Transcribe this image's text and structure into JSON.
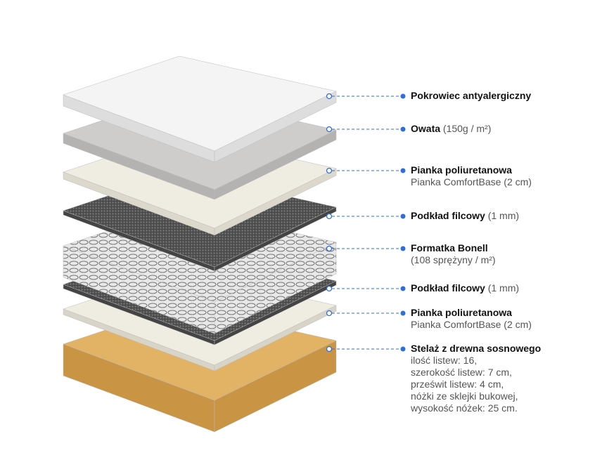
{
  "layers": [
    {
      "title": "Pokrowiec antyalergiczny",
      "suffix": "",
      "lines": []
    },
    {
      "title": "Owata",
      "suffix": "(150g / m²)",
      "lines": []
    },
    {
      "title": "Pianka poliuretanowa",
      "suffix": "",
      "lines": [
        "Pianka ComfortBase (2 cm)"
      ]
    },
    {
      "title": "Podkład filcowy",
      "suffix": "(1 mm)",
      "lines": []
    },
    {
      "title": "Formatka Bonell",
      "suffix": "",
      "lines": [
        "(108 sprężyny / m²)"
      ]
    },
    {
      "title": "Podkład filcowy",
      "suffix": "(1 mm)",
      "lines": []
    },
    {
      "title": "Pianka poliuretanowa",
      "suffix": "",
      "lines": [
        "Pianka ComfortBase (2 cm)"
      ]
    },
    {
      "title": "Stelaż z drewna sosnowego",
      "suffix": "",
      "lines": [
        "ilość listew: 16,",
        "szerokość listew: 7 cm,",
        "prześwit listew: 4 cm,",
        "nóżki ze sklejki bukowej,",
        "wysokość nóżek: 25 cm."
      ]
    }
  ],
  "colors": {
    "accent": "#2f6fd6",
    "wood": "#e2b265",
    "felt": "#5a5a5a",
    "foam": "#efece2",
    "cover": "#f4f4f4",
    "wadding": "#cfcccc"
  }
}
